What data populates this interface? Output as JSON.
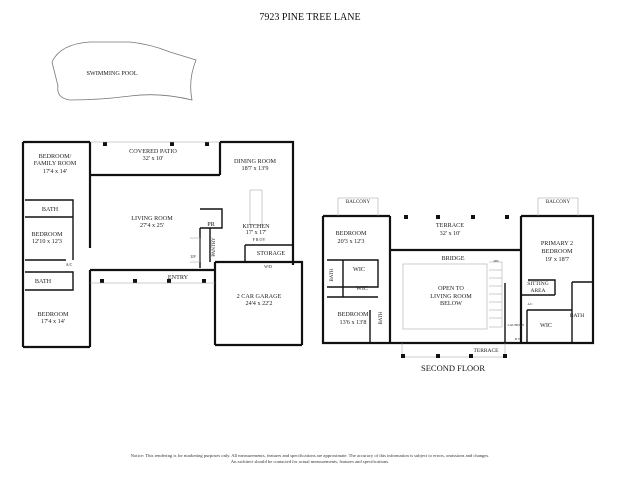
{
  "title": "7923 PINE TREE LANE",
  "pool": {
    "label": "SWIMMING POOL"
  },
  "first_floor": {
    "rooms": {
      "bedroom_family": {
        "line1": "BEDROOM/",
        "line2": "FAMILY ROOM",
        "size": "17'4 x 14'"
      },
      "covered_patio": {
        "label": "COVERED PATIO",
        "size": "32' x 10'"
      },
      "dining_room": {
        "label": "DINING ROOM",
        "size": "18'7 x 13'9"
      },
      "bath1": {
        "label": "BATH"
      },
      "bedroom2": {
        "label": "BEDROOM",
        "size": "12'10 x 12'3"
      },
      "living_room": {
        "label": "LIVING ROOM",
        "size": "27'4 x 25'"
      },
      "powder_room": {
        "label": "PR"
      },
      "kitchen": {
        "label": "KITCHEN",
        "size": "17' x 17'",
        "appliances": "F   R   OV"
      },
      "pantry": {
        "label": "PANTRY"
      },
      "stairs": {
        "label": "UP"
      },
      "storage": {
        "label": "STORAGE"
      },
      "washer_dryer": {
        "label": "W/D"
      },
      "ac": {
        "label": "A/C"
      },
      "entry": {
        "label": "ENTRY"
      },
      "bath2": {
        "label": "BATH"
      },
      "bedroom3": {
        "label": "BEDROOM",
        "size": "17'4 x 14'"
      },
      "garage": {
        "label": "2 CAR GARAGE",
        "size": "24'4 x 22'2"
      }
    }
  },
  "second_floor": {
    "label": "SECOND FLOOR",
    "rooms": {
      "balcony_left": {
        "label": "BALCONY"
      },
      "balcony_right": {
        "label": "BALCONY"
      },
      "bedroom_a": {
        "label": "BEDROOM",
        "size": "20'3 x 12'3"
      },
      "terrace_top": {
        "label": "TERRACE",
        "size": "32' x 10'"
      },
      "primary": {
        "line1": "PRIMARY 2",
        "line2": "BEDROOM",
        "size": "19' x 18'7"
      },
      "bridge": {
        "label": "BRIDGE"
      },
      "stairs": {
        "label": "DN"
      },
      "wic1": {
        "label": "WIC"
      },
      "wic2": {
        "label": "WIC"
      },
      "bath_left": {
        "label": "BATH"
      },
      "open": {
        "line1": "OPEN TO",
        "line2": "LIVING ROOM",
        "line3": "BELOW"
      },
      "sitting": {
        "line1": "SITTING",
        "line2": "AREA"
      },
      "ac": {
        "label": "A/C"
      },
      "bedroom_b": {
        "label": "BEDROOM",
        "size": "13'6 x 13'8"
      },
      "bath_mid": {
        "label": "BATH"
      },
      "laundry": {
        "label": "LAUNDRY"
      },
      "wic3": {
        "label": "WIC"
      },
      "bath_right": {
        "label": "BATH"
      },
      "dw": {
        "label": "D   W"
      },
      "terrace_bottom": {
        "label": "TERRACE"
      }
    }
  },
  "notice": "Notice: This rendering is for marketing purposes only. All measurements, features and specifications are approximate. The accuracy of this information is subject to errors, omissions and changes. An architect should be contacted for actual measurements, features and specifications."
}
